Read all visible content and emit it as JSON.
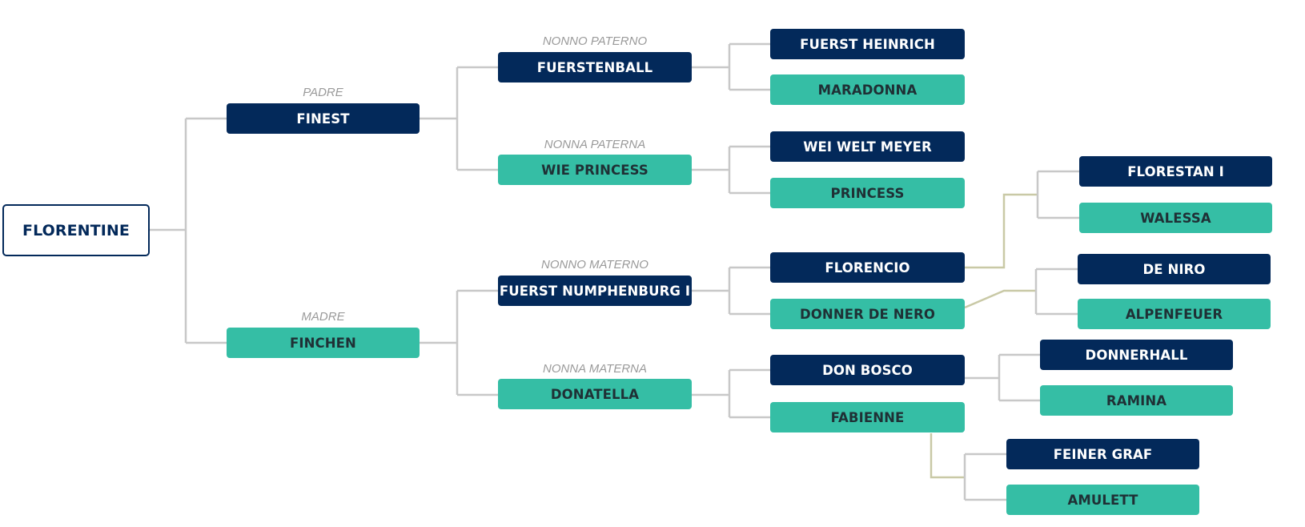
{
  "subject": "FLORENTINE",
  "roles": {
    "padre": "PADRE",
    "madre": "MADRE",
    "nonno_paterno": "NONNO PATERNO",
    "nonna_paterna": "NONNA PATERNA",
    "nonno_materno": "NONNO MATERNO",
    "nonna_materna": "NONNA MATERNA"
  },
  "parents": {
    "sire": "FINEST",
    "dam": "FINCHEN"
  },
  "grandparents": {
    "paternal_grandsire": "FUERSTENBALL",
    "paternal_granddam": "WIE PRINCESS",
    "maternal_grandsire": "FUERST NUMPHENBURG I",
    "maternal_granddam": "DONATELLA"
  },
  "great_grandparents": [
    "FUERST HEINRICH",
    "MARADONNA",
    "WEI WELT MEYER",
    "PRINCESS",
    "FLORENCIO",
    "DONNER DE NERO",
    "DON BOSCO",
    "FABIENNE"
  ],
  "great_great_grandparents": {
    "florencio": [
      "FLORESTAN I",
      "WALESSA"
    ],
    "donner_de_nero": [
      "DE NIRO",
      "ALPENFEUER"
    ],
    "don_bosco": [
      "DONNERHALL",
      "RAMINA"
    ],
    "fabienne": [
      "FEINER GRAF",
      "AMULETT"
    ]
  },
  "colors": {
    "male": "#03295a",
    "female": "#35bea5",
    "connector": "#c8c8c8",
    "role_label": "#9a9a9a"
  }
}
